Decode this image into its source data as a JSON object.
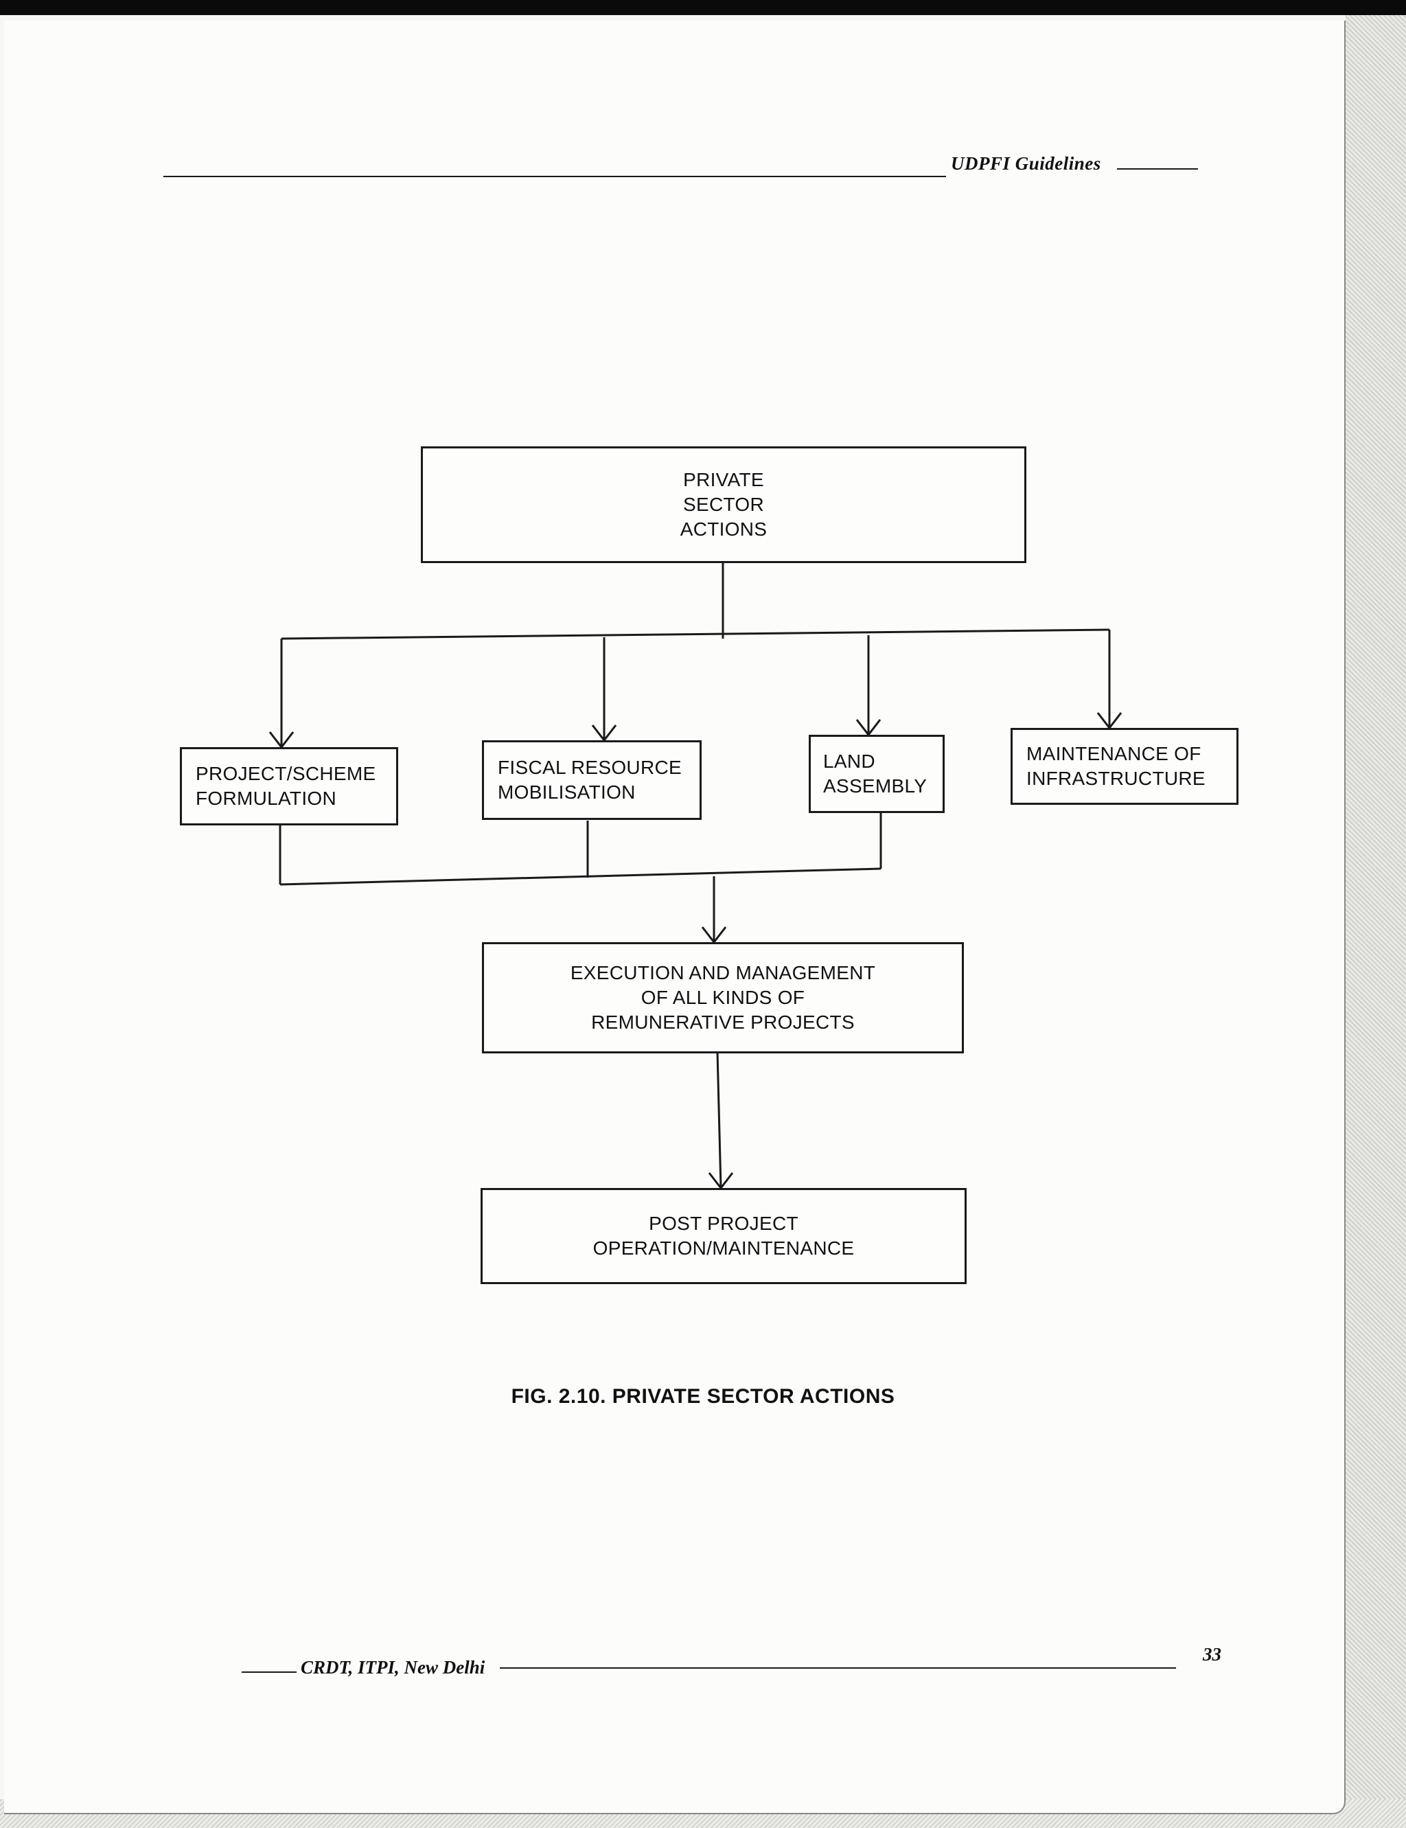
{
  "running_head": "UDPFI Guidelines",
  "running_foot": "CRDT, ITPI, New Delhi",
  "page_number": "33",
  "root": {
    "lines": [
      "PRIVATE",
      "SECTOR",
      "ACTIONS"
    ]
  },
  "children": [
    {
      "lines": [
        "PROJECT/SCHEME",
        "FORMULATION"
      ]
    },
    {
      "lines": [
        "FISCAL RESOURCE",
        "MOBILISATION"
      ]
    },
    {
      "lines": [
        "LAND",
        "ASSEMBLY"
      ]
    },
    {
      "lines": [
        "MAINTENANCE OF",
        "INFRASTRUCTURE"
      ]
    }
  ],
  "execution": {
    "lines": [
      "EXECUTION AND MANAGEMENT",
      "OF ALL KINDS OF",
      "REMUNERATIVE PROJECTS"
    ]
  },
  "post_project": {
    "lines": [
      "POST PROJECT",
      "OPERATION/MAINTENANCE"
    ]
  },
  "caption": "FIG. 2.10. PRIVATE SECTOR ACTIONS"
}
